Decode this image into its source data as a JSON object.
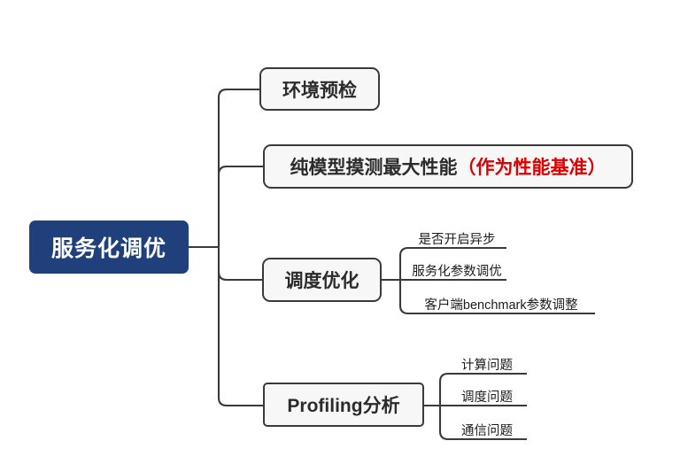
{
  "diagram": {
    "type": "mindmap",
    "title_node": {
      "label": "服务化调优",
      "fill": "#20407c",
      "text_color": "#ffffff"
    },
    "accent_color": "#dd0000",
    "node_fill": "#f7f7f7",
    "node_border": "#3a3a3a",
    "branches": [
      {
        "label": "环境预检",
        "children": []
      },
      {
        "label_main": "纯模型摸测最大性能",
        "label_accent": "（作为性能基准）",
        "children": []
      },
      {
        "label": "调度优化",
        "children": [
          {
            "label": "是否开启异步"
          },
          {
            "label": "服务化参数调优"
          },
          {
            "label": "客户端benchmark参数调整"
          }
        ]
      },
      {
        "label": "Profiling分析",
        "children": [
          {
            "label": "计算问题"
          },
          {
            "label": "调度问题"
          },
          {
            "label": "通信问题"
          }
        ]
      }
    ]
  }
}
